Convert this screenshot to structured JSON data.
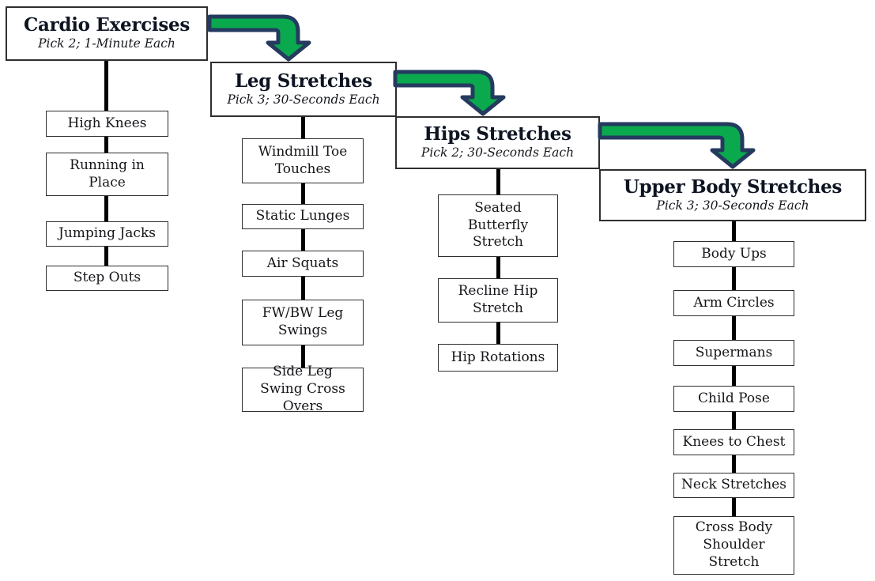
{
  "diagram": {
    "columns": [
      {
        "title": "Cardio Exercises",
        "subtitle": "Pick 2; 1-Minute Each",
        "items": [
          "High Knees",
          "Running in Place",
          "Jumping Jacks",
          "Step Outs"
        ]
      },
      {
        "title": "Leg Stretches",
        "subtitle": "Pick 3; 30-Seconds Each",
        "items": [
          "Windmill Toe Touches",
          "Static Lunges",
          "Air Squats",
          "FW/BW Leg Swings",
          "Side Leg Swing Cross Overs"
        ]
      },
      {
        "title": "Hips Stretches",
        "subtitle": "Pick 2; 30-Seconds Each",
        "items": [
          "Seated Butterfly Stretch",
          "Recline Hip Stretch",
          "Hip Rotations"
        ]
      },
      {
        "title": "Upper Body Stretches",
        "subtitle": "Pick 3; 30-Seconds Each",
        "items": [
          "Body Ups",
          "Arm Circles",
          "Supermans",
          "Child Pose",
          "Knees to Chest",
          "Neck Stretches",
          "Cross Body Shoulder Stretch"
        ]
      }
    ],
    "colors": {
      "arrow_fill": "#0aa94e",
      "arrow_outline": "#243a5e",
      "connector_line": "#000000",
      "box_border": "#2e2e2e",
      "background": "#ffffff"
    }
  }
}
